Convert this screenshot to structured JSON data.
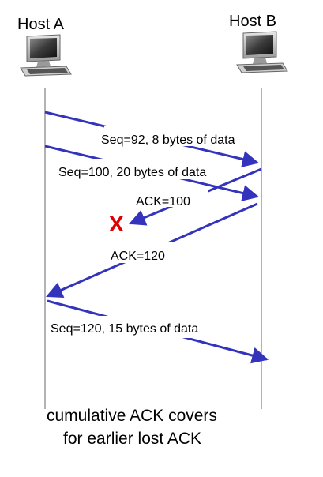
{
  "hosts": {
    "a": {
      "label": "Host A",
      "icon": "desktop-computer-icon"
    },
    "b": {
      "label": "Host B",
      "icon": "desktop-computer-icon"
    }
  },
  "messages": [
    {
      "label": "Seq=92, 8 bytes of data",
      "direction": "A-to-B",
      "delivered": true
    },
    {
      "label": "Seq=100, 20 bytes of data",
      "direction": "A-to-B",
      "delivered": true
    },
    {
      "label": "ACK=100",
      "direction": "B-to-A",
      "delivered": false
    },
    {
      "label": "ACK=120",
      "direction": "B-to-A",
      "delivered": true
    },
    {
      "label": "Seq=120,  15 bytes of data",
      "direction": "A-to-B",
      "delivered": true
    }
  ],
  "loss_marker": "X",
  "caption": {
    "line1": "cumulative ACK covers",
    "line2": "for earlier lost ACK"
  },
  "colors": {
    "arrow": "#3333bb",
    "loss": "#e00000",
    "timeline": "#888888"
  }
}
